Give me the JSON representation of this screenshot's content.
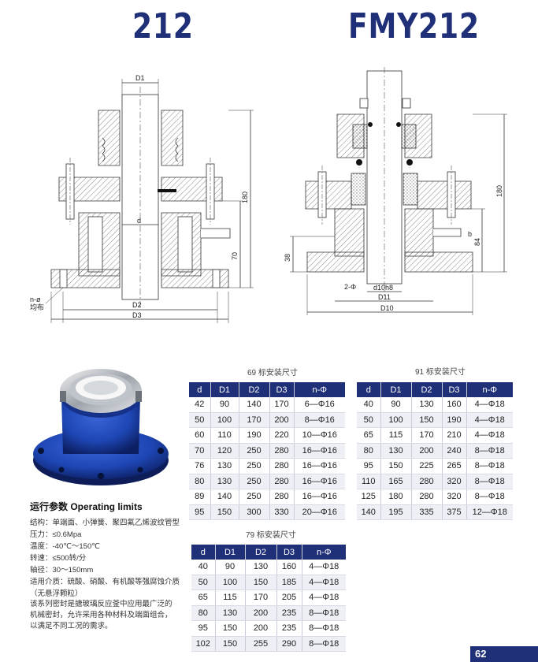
{
  "titles": {
    "left": "212",
    "right": "FMY212"
  },
  "drawing_left": {
    "labels": {
      "d1": "D1",
      "d": "d",
      "d2": "D2",
      "d3": "D3",
      "h180": "180",
      "h70": "70",
      "holes": "n-ø",
      "holes_note": "均布"
    }
  },
  "drawing_right": {
    "labels": {
      "h180": "180",
      "h84": "84",
      "h38": "38",
      "b": "b",
      "holes": "2-Φ",
      "shaft": "d10h8",
      "d11": "D11",
      "d10": "D10"
    }
  },
  "tables": [
    {
      "caption": "69 标安装尺寸",
      "headers": [
        "d",
        "D1",
        "D2",
        "D3",
        "n-Φ"
      ],
      "rows": [
        [
          "42",
          "90",
          "140",
          "170",
          "6—Φ16"
        ],
        [
          "50",
          "100",
          "170",
          "200",
          "8—Φ16"
        ],
        [
          "60",
          "110",
          "190",
          "220",
          "10—Φ16"
        ],
        [
          "70",
          "120",
          "250",
          "280",
          "16—Φ16"
        ],
        [
          "76",
          "130",
          "250",
          "280",
          "16—Φ16"
        ],
        [
          "80",
          "130",
          "250",
          "280",
          "16—Φ16"
        ],
        [
          "89",
          "140",
          "250",
          "280",
          "16—Φ16"
        ],
        [
          "95",
          "150",
          "300",
          "330",
          "20—Φ16"
        ]
      ]
    },
    {
      "caption": "91 标安装尺寸",
      "headers": [
        "d",
        "D1",
        "D2",
        "D3",
        "n-Φ"
      ],
      "rows": [
        [
          "40",
          "90",
          "130",
          "160",
          "4—Φ18"
        ],
        [
          "50",
          "100",
          "150",
          "190",
          "4—Φ18"
        ],
        [
          "65",
          "115",
          "170",
          "210",
          "4—Φ18"
        ],
        [
          "80",
          "130",
          "200",
          "240",
          "8—Φ18"
        ],
        [
          "95",
          "150",
          "225",
          "265",
          "8—Φ18"
        ],
        [
          "110",
          "165",
          "280",
          "320",
          "8—Φ18"
        ],
        [
          "125",
          "180",
          "280",
          "320",
          "8—Φ18"
        ],
        [
          "140",
          "195",
          "335",
          "375",
          "12—Φ18"
        ]
      ]
    },
    {
      "caption": "79 标安装尺寸",
      "headers": [
        "d",
        "D1",
        "D2",
        "D3",
        "n-Φ"
      ],
      "rows": [
        [
          "40",
          "90",
          "130",
          "160",
          "4—Φ18"
        ],
        [
          "50",
          "100",
          "150",
          "185",
          "4—Φ18"
        ],
        [
          "65",
          "115",
          "170",
          "205",
          "4—Φ18"
        ],
        [
          "80",
          "130",
          "200",
          "235",
          "8—Φ18"
        ],
        [
          "95",
          "150",
          "200",
          "235",
          "8—Φ18"
        ],
        [
          "102",
          "150",
          "255",
          "290",
          "8—Φ18"
        ]
      ]
    }
  ],
  "operating_limits": {
    "heading": "运行参数 Operating limits",
    "items": [
      "结构：单端面、小弹簧、聚四氟乙烯波纹管型",
      "压力：≤0.6Mpa",
      "温度：-40℃～150℃",
      "转速：≤500转/分",
      "轴径：30～150mm",
      "适用介质：硫酸、硝酸、有机酸等强腐蚀介质",
      "（无悬浮颗粒）"
    ]
  },
  "description": [
    "该系列密封是搪玻璃反应釜中应用最广泛的",
    "机械密封，允许采用各种材料及端面组合，",
    "以满足不同工况的需求。"
  ],
  "page_number": "62",
  "colors": {
    "brand": "#1f2f78",
    "photo_body": "#1e46b4"
  }
}
